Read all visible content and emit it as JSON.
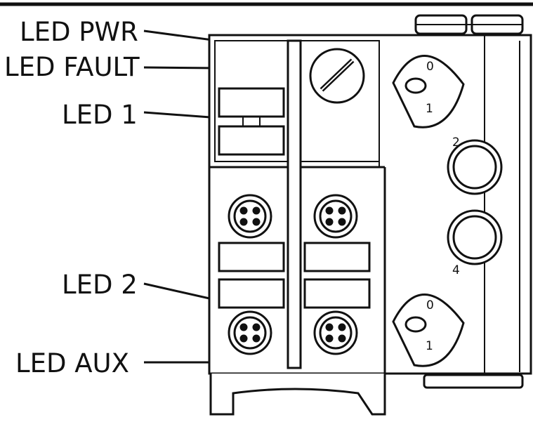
{
  "callouts": {
    "led_pwr": "LED PWR",
    "led_fault": "LED FAULT",
    "led_1": "LED 1",
    "led_2": "LED 2",
    "led_aux": "LED AUX"
  },
  "port_numbers": {
    "top_switch_0": "0",
    "top_switch_1": "1",
    "port_2": "2",
    "port_4": "4",
    "bottom_switch_0": "0",
    "bottom_switch_1": "1"
  },
  "colors": {
    "line": "#111111",
    "background": "#ffffff"
  }
}
